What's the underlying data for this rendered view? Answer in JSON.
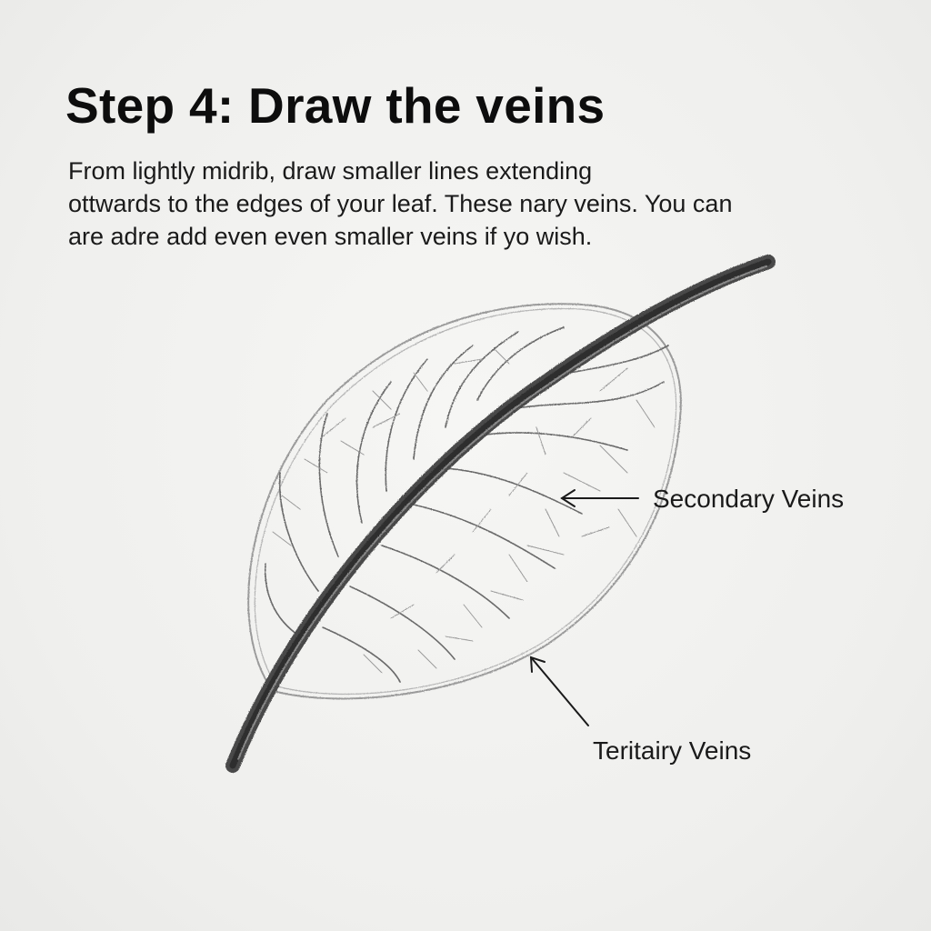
{
  "title": "Step 4: Draw the veins",
  "instructions": {
    "line1": "From lightly midrib, draw smaller lines extending",
    "line2": "ottwards to the edges of your leaf. These nary veins. You can",
    "line3": "are adre add even even smaller veins if yo wish."
  },
  "labels": {
    "secondary": "Secondary Veins",
    "tertiary": "Teritairy Veins"
  },
  "colors": {
    "paper": "#f1f1ef",
    "pencil_dark": "#3a3a3a",
    "pencil_light": "#8a8a8a",
    "text": "#111111"
  }
}
